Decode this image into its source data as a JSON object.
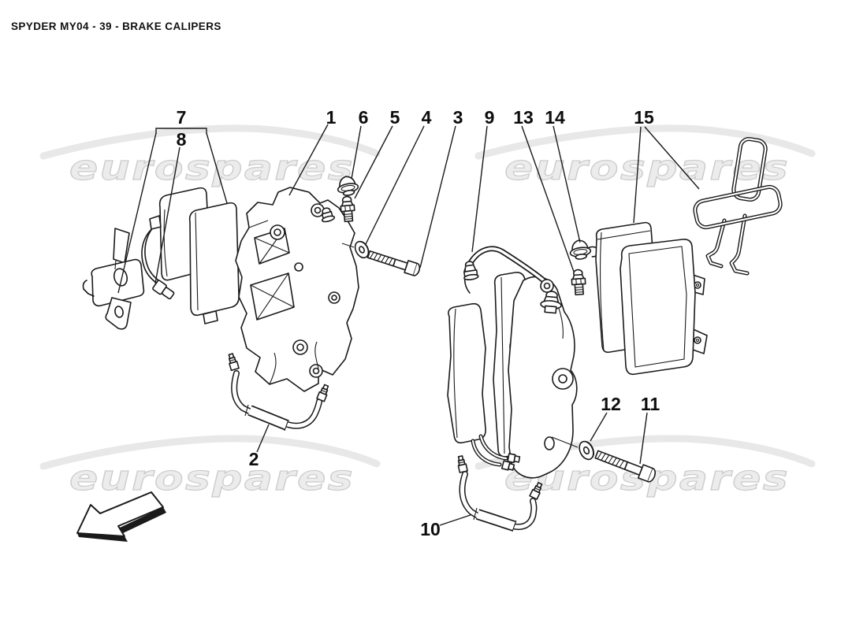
{
  "page": {
    "title": "SPYDER MY04 - 39 - BRAKE CALIPERS"
  },
  "watermark": {
    "text": "eurospares"
  },
  "callouts": [
    {
      "label": "7"
    },
    {
      "label": "8"
    },
    {
      "label": "1"
    },
    {
      "label": "6"
    },
    {
      "label": "5"
    },
    {
      "label": "4"
    },
    {
      "label": "3"
    },
    {
      "label": "9"
    },
    {
      "label": "13"
    },
    {
      "label": "14"
    },
    {
      "label": "15"
    },
    {
      "label": "2"
    },
    {
      "label": "10"
    },
    {
      "label": "12"
    },
    {
      "label": "11"
    }
  ]
}
